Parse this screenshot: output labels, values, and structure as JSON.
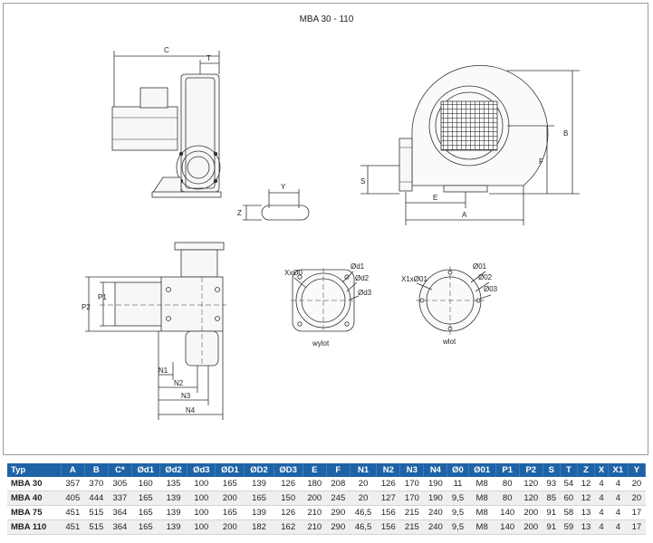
{
  "title": "MBA 30 - 110",
  "labels": {
    "C": "C",
    "T": "T",
    "B": "B",
    "F": "F",
    "S": "S",
    "E": "E",
    "A": "A",
    "Y": "Y",
    "Z": "Z",
    "P1": "P1",
    "P2": "P2",
    "N1": "N1",
    "N2": "N2",
    "N3": "N3",
    "N4": "N4",
    "outlet_holes": "XxØ0",
    "outlet_d1": "Ød1",
    "outlet_d2": "Ød2",
    "outlet_d3": "Ød3",
    "outlet_caption": "wylot",
    "inlet_holes": "X1xØ01",
    "inlet_d1": "Ø01",
    "inlet_d2": "Ø02",
    "inlet_d3": "Ø03",
    "inlet_caption": "wlot"
  },
  "table": {
    "headers": [
      "Typ",
      "A",
      "B",
      "C*",
      "Ød1",
      "Ød2",
      "Ød3",
      "ØD1",
      "ØD2",
      "ØD3",
      "E",
      "F",
      "N1",
      "N2",
      "N3",
      "N4",
      "Ø0",
      "Ø01",
      "P1",
      "P2",
      "S",
      "T",
      "Z",
      "X",
      "X1",
      "Y"
    ],
    "rows": [
      [
        "MBA 30",
        "357",
        "370",
        "305",
        "160",
        "135",
        "100",
        "165",
        "139",
        "126",
        "180",
        "208",
        "20",
        "126",
        "170",
        "190",
        "11",
        "M8",
        "80",
        "120",
        "93",
        "54",
        "12",
        "4",
        "4",
        "20"
      ],
      [
        "MBA 40",
        "405",
        "444",
        "337",
        "165",
        "139",
        "100",
        "200",
        "165",
        "150",
        "200",
        "245",
        "20",
        "127",
        "170",
        "190",
        "9,5",
        "M8",
        "80",
        "120",
        "85",
        "60",
        "12",
        "4",
        "4",
        "20"
      ],
      [
        "MBA 75",
        "451",
        "515",
        "364",
        "165",
        "139",
        "100",
        "165",
        "139",
        "126",
        "210",
        "290",
        "46,5",
        "156",
        "215",
        "240",
        "9,5",
        "M8",
        "140",
        "200",
        "91",
        "58",
        "13",
        "4",
        "4",
        "17"
      ],
      [
        "MBA 110",
        "451",
        "515",
        "364",
        "165",
        "139",
        "100",
        "200",
        "182",
        "162",
        "210",
        "290",
        "46,5",
        "156",
        "215",
        "240",
        "9,5",
        "M8",
        "140",
        "200",
        "91",
        "59",
        "13",
        "4",
        "4",
        "17"
      ]
    ]
  }
}
